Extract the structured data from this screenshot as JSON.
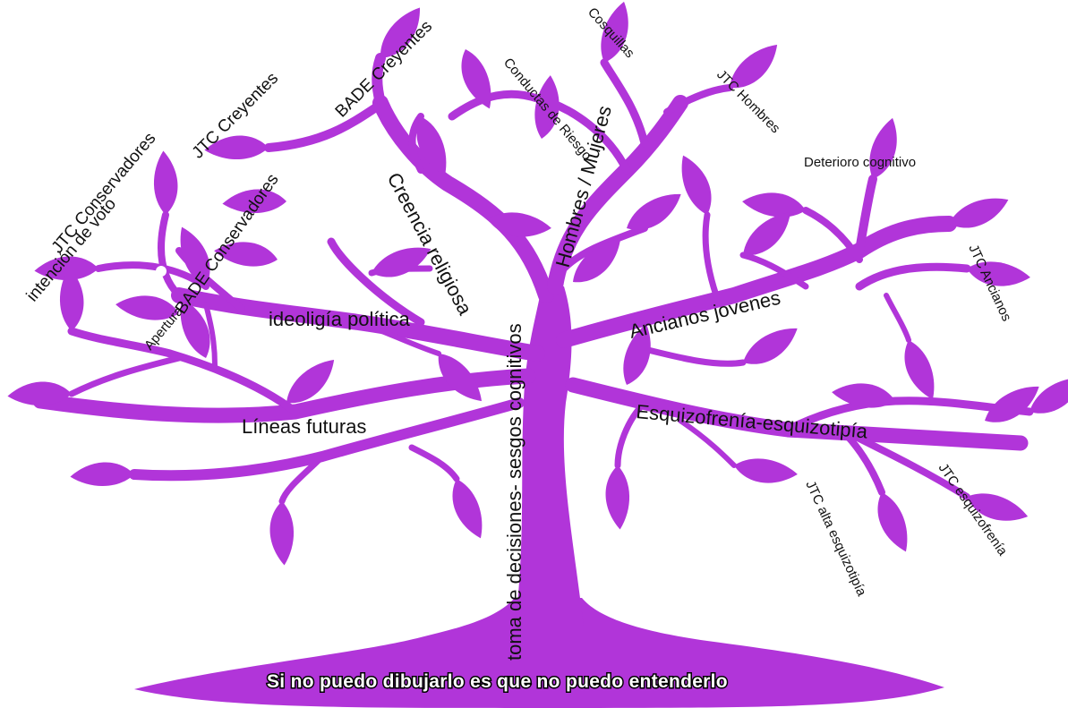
{
  "colors": {
    "tree": "#b135d9",
    "background": "#ffffff",
    "text": "#111111"
  },
  "trunk": {
    "label": "toma de decisiones- sesgos cognitivos"
  },
  "branches": {
    "religion": {
      "label": "Creencia religiosa",
      "leaves": [
        "BADE Creyentes",
        "JTC Creyentes"
      ]
    },
    "gender": {
      "label": "Hombres / Mujeres",
      "leaves": [
        "Cosquillas",
        "Conductas de Riesgo",
        "JTC Hombres"
      ]
    },
    "politics": {
      "label": "ideoligía política",
      "leaves": [
        "JTC Conservadores",
        "intención de voto",
        "BADE Conservadores",
        "Apertura"
      ]
    },
    "future": {
      "label": "Líneas futuras"
    },
    "age": {
      "label": "Ancianos jovenes",
      "leaves": [
        "Deterioro cognitivo",
        "JTC Ancianos"
      ]
    },
    "schizo": {
      "label": "Esquizofrenía-esquizotipía",
      "leaves": [
        "JTC esquizofrenía",
        "JTC alta esquizotipía"
      ]
    }
  },
  "footer": {
    "text": "Si no puedo dibujarlo es que no puedo entenderlo"
  }
}
